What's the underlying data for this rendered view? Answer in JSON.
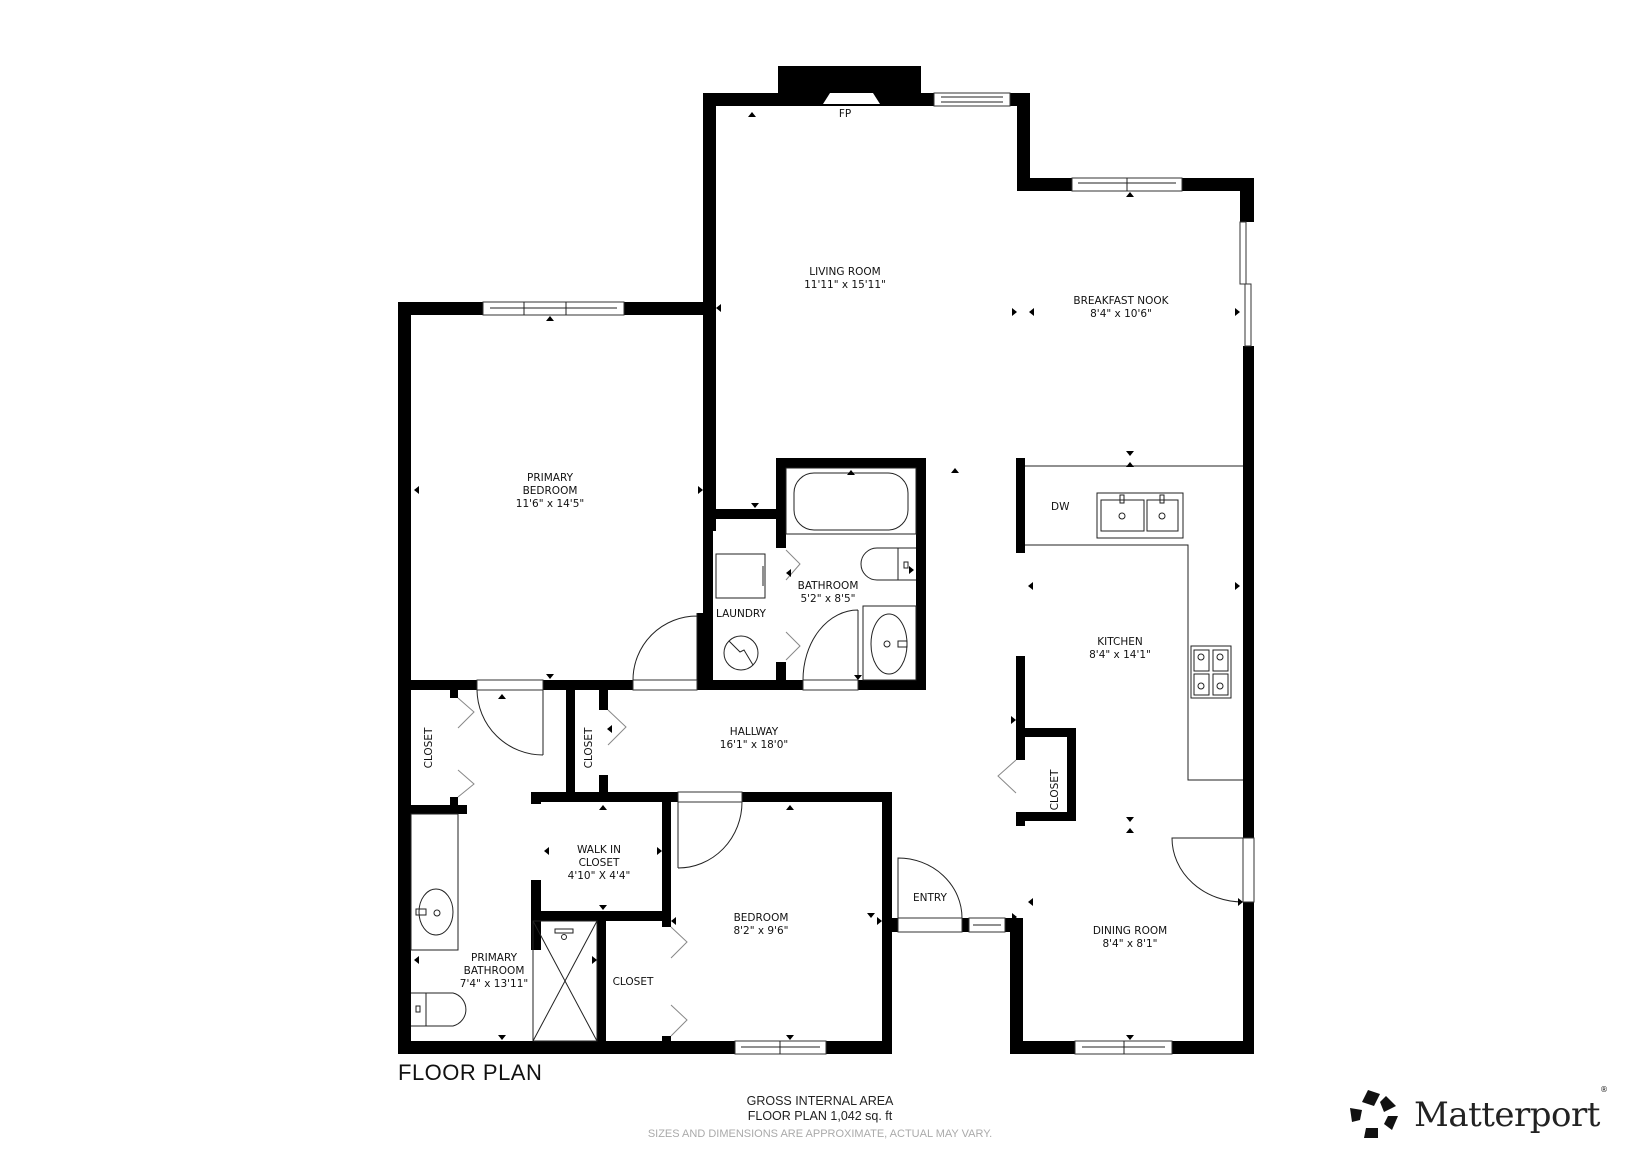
{
  "plan": {
    "title": "FLOOR PLAN",
    "gross_area_title": "GROSS INTERNAL AREA",
    "gross_area_value": "FLOOR PLAN 1,042 sq. ft",
    "disclaimer": "SIZES AND DIMENSIONS ARE APPROXIMATE, ACTUAL MAY VARY."
  },
  "brand": {
    "name": "Matterport",
    "registered": "®"
  },
  "colors": {
    "wall": "#000000",
    "background": "#ffffff",
    "text": "#111111",
    "disclaimer": "#aaaaaa"
  },
  "fixtures": {
    "fireplace": "FP",
    "dishwasher": "DW",
    "entry": "ENTRY"
  },
  "rooms": {
    "living_room": {
      "name": "LIVING ROOM",
      "dims": "11'11\" x 15'11\""
    },
    "breakfast_nook": {
      "name": "BREAKFAST NOOK",
      "dims": "8'4\" x 10'6\""
    },
    "primary_bedroom": {
      "name_line1": "PRIMARY",
      "name_line2": "BEDROOM",
      "dims": "11'6\" x 14'5\""
    },
    "bathroom": {
      "name": "BATHROOM",
      "dims": "5'2\" x 8'5\""
    },
    "laundry": {
      "name": "LAUNDRY"
    },
    "kitchen": {
      "name": "KITCHEN",
      "dims": "8'4\" x 14'1\""
    },
    "hallway": {
      "name": "HALLWAY",
      "dims": "16'1\" x 18'0\""
    },
    "closet_primary": {
      "name": "CLOSET"
    },
    "closet_hall": {
      "name": "CLOSET"
    },
    "closet_kitchen": {
      "name": "CLOSET"
    },
    "closet_bedroom": {
      "name": "CLOSET"
    },
    "walk_in_closet": {
      "name_line1": "WALK IN",
      "name_line2": "CLOSET",
      "dims": "4'10\" X 4'4\""
    },
    "bedroom": {
      "name": "BEDROOM",
      "dims": "8'2\" x 9'6\""
    },
    "primary_bathroom": {
      "name_line1": "PRIMARY",
      "name_line2": "BATHROOM",
      "dims": "7'4\" x 13'11\""
    },
    "dining_room": {
      "name": "DINING ROOM",
      "dims": "8'4\" x 8'1\""
    }
  }
}
